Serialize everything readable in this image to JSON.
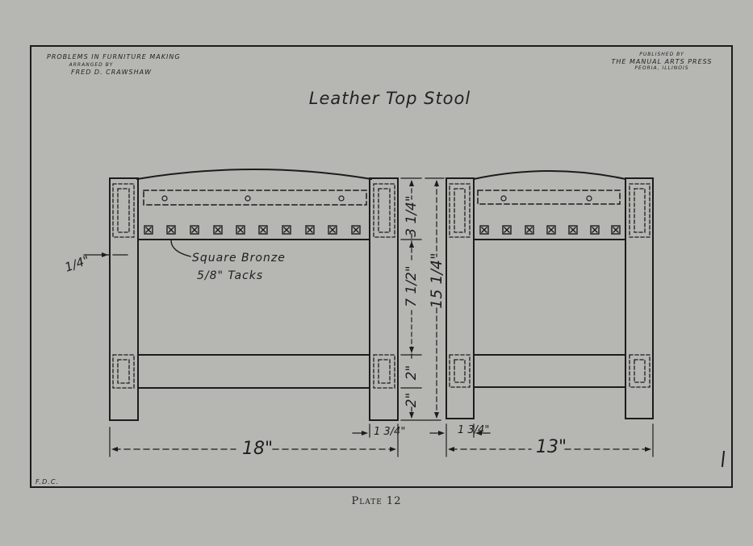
{
  "header": {
    "left_line1": "Problems in Furniture Making",
    "left_line2": "Arranged by",
    "left_line3": "Fred D. Crawshaw",
    "right_line1": "Published by",
    "right_line2": "The Manual Arts Press",
    "right_line3": "Peoria, Illinois"
  },
  "title": "Leather Top Stool",
  "note": {
    "line1": "Square Bronze",
    "line2": "5/8\" Tacks"
  },
  "dimensions": {
    "overall_length": "18\"",
    "overall_width": "13\"",
    "leg_thickness_front": "1 3/4\"",
    "leg_thickness_side": "1 3/4\"",
    "rail_offset": "1/4\"",
    "top_rail": "3 1/4\"",
    "middle_span": "7 1/2\"",
    "stretcher": "2\"",
    "bottom": "2\"",
    "total_height": "15 1/4\""
  },
  "initials": "F.D.C.",
  "caption": "Plate 12",
  "colors": {
    "paper": "#b6b7b2",
    "ink": "#1c1c1c"
  }
}
